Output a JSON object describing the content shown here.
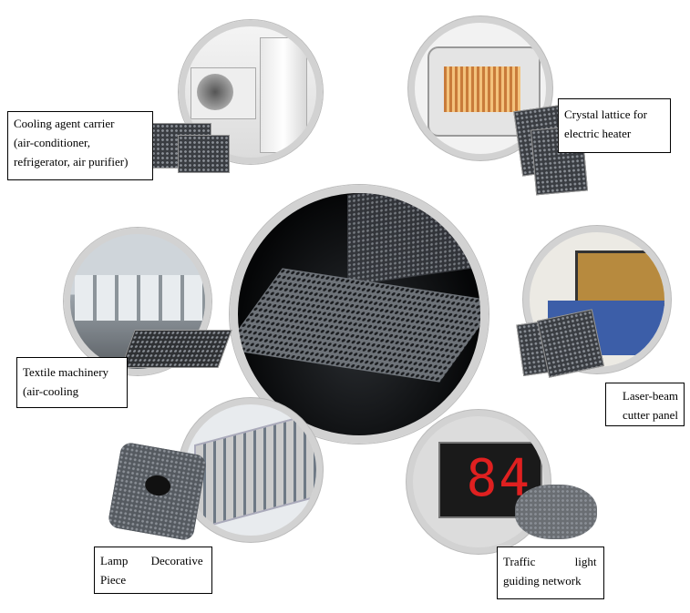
{
  "center": {
    "subject": "honeycomb-panel"
  },
  "labels": {
    "cooling": [
      "Cooling agent carrier",
      "(air-conditioner,",
      "refrigerator, air purifier)"
    ],
    "heater": [
      "Crystal lattice for",
      "electric heater"
    ],
    "textile": [
      "Textile machinery",
      "(air-cooling"
    ],
    "laser": [
      "Laser-beam",
      "cutter panel"
    ],
    "lamp": [
      "Lamp Decorative",
      "Piece"
    ],
    "traffic": [
      "Traffic light",
      "guiding network"
    ]
  },
  "traffic_digits": "84"
}
